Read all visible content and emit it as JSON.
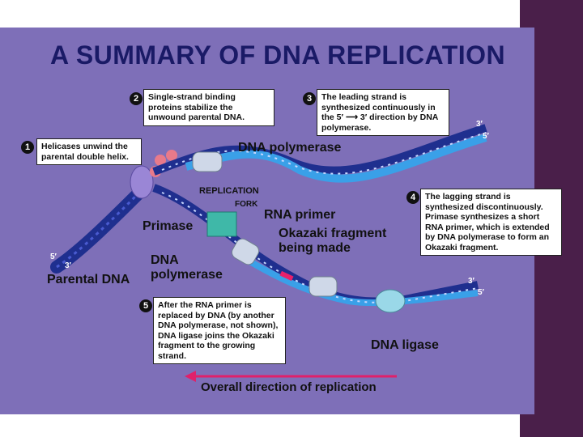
{
  "title": "A SUMMARY OF DNA REPLICATION",
  "callouts": {
    "c1": {
      "num": "1",
      "text": "Helicases unwind the parental double helix."
    },
    "c2": {
      "num": "2",
      "text": "Single-strand binding proteins stabilize the unwound parental DNA."
    },
    "c3": {
      "num": "3",
      "text": "The leading strand is synthesized continuously in the 5′ ⟶ 3′ direction by DNA polymerase."
    },
    "c4": {
      "num": "4",
      "text": "The lagging strand is synthesized discontinuously. Primase synthesizes a short RNA primer, which is extended by DNA polymerase to form an Okazaki fragment."
    },
    "c5": {
      "num": "5",
      "text": "After the RNA primer is replaced by DNA (by another DNA polymerase, not shown), DNA ligase joins the Okazaki fragment to the growing strand."
    }
  },
  "labels": {
    "dna_polymerase_top": "DNA polymerase",
    "replication": "REPLICATION",
    "fork": "FORK",
    "rna_primer": "RNA primer",
    "primase": "Primase",
    "okazaki": "Okazaki fragment being made",
    "dna_polymerase_left": "DNA polymerase",
    "parental_dna": "Parental DNA",
    "dna_ligase": "DNA ligase",
    "overall_direction": "Overall direction of replication"
  },
  "ends": {
    "top_3": "3′",
    "top_5": "5′",
    "left_5": "5′",
    "left_3": "3′",
    "bottom_3": "3′",
    "bottom_5": "5′"
  },
  "colors": {
    "panel": "#7e6fb8",
    "title": "#1a1a66",
    "parental_strand": "#1f2f8f",
    "new_strand": "#3aa0e8",
    "rna_primer": "#e8206a",
    "primase": "#3fb8a8",
    "arrow": "#e0206a"
  }
}
